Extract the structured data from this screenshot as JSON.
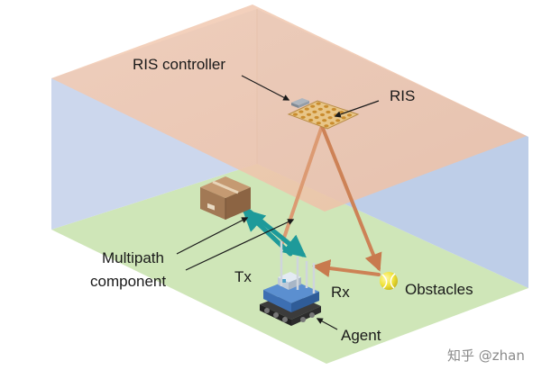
{
  "labels": {
    "ris_controller": "RIS controller",
    "ris": "RIS",
    "multipath_line1": "Multipath",
    "multipath_line2": "component",
    "tx": "Tx",
    "rx": "Rx",
    "obstacles": "Obstacles",
    "agent": "Agent"
  },
  "watermark": "知乎 @zhan",
  "colors": {
    "floor": "#cfe6b8",
    "left_wall": "#c9d5ec",
    "right_wall": "#b7c9e6",
    "ceiling": "#efc6ad",
    "ris_beam": "#dc9a72",
    "multipath": "#1e9a9a",
    "obstacle": "#f2e53b",
    "box": "#a27955"
  }
}
